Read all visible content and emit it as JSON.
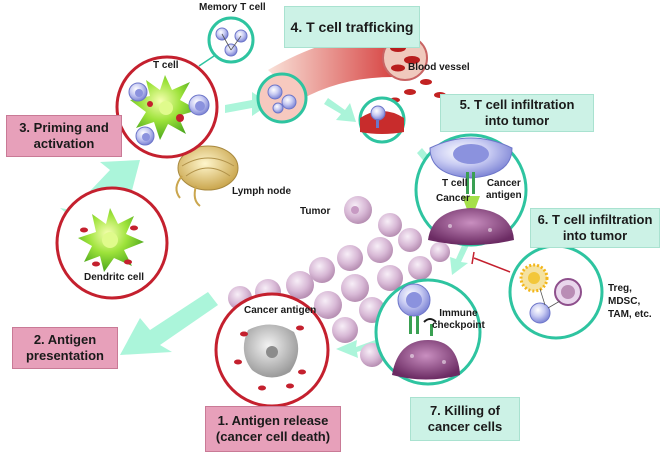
{
  "steps": {
    "s1": "1. Antigen release\n(cancer cell death)",
    "s2": "2. Antigen\npresentation",
    "s3": "3. Priming and\nactivation",
    "s4": "4. T cell trafficking",
    "s5": "5. T cell infiltration\ninto tumor",
    "s6": "6. T cell infiltration\ninto tumor",
    "s7": "7. Killing of\ncancer cells"
  },
  "labels": {
    "memory_t_cell": "Memory T cell",
    "t_cell": "T cell",
    "blood_vessel": "Blood vessel",
    "lymph_node": "Lymph node",
    "tumor": "Tumor",
    "dendritic_cell": "Dendritc cell",
    "cancer_antigen": "Cancer antigen",
    "t_cell_2": "T cell",
    "cancer": "Cancer",
    "cancer_antigen_2": "Cancer\nantigen",
    "immune_checkpoint": "Immune\ncheckpoint",
    "suppressors": "Treg,\nMDSC,\nTAM, etc."
  },
  "colors": {
    "pink_box": "#e7a0ba",
    "mint_box": "#ccf2e6",
    "circle_red": "#c4202e",
    "circle_teal": "#2ec4a0",
    "arrow_mint": "#8df0cc"
  }
}
